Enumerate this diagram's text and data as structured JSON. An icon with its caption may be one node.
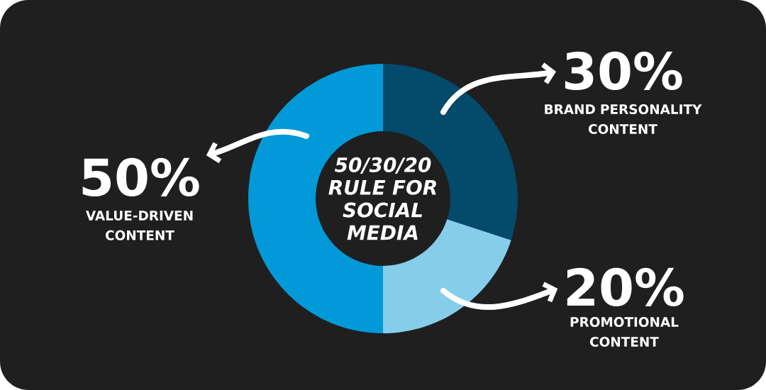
{
  "diagram": {
    "nodes": [
      {
        "text": [],
        "shape": "segment"
      },
      {
        "text": [],
        "shape": "segment"
      },
      {
        "text": [],
        "shape": "segment"
      },
      {
        "text": [
          "50/30/20 RULE FOR SOCIAL MEDIA"
        ]
      },
      {
        "text": [
          "50%",
          "VALUE-DRIVEN CONTENT"
        ]
      },
      {
        "text": [
          "30%",
          "BRAND PERSONALITY CONTENT"
        ]
      },
      {
        "text": [
          "20%",
          "PROMOTIONAL CONTENT"
        ]
      }
    ],
    "edges": [
      {
        "from": 0,
        "to": 4,
        "arrow": "to"
      },
      {
        "from": 1,
        "to": 5,
        "arrow": "to"
      },
      {
        "from": 2,
        "to": 6,
        "arrow": "to"
      }
    ]
  }
}
